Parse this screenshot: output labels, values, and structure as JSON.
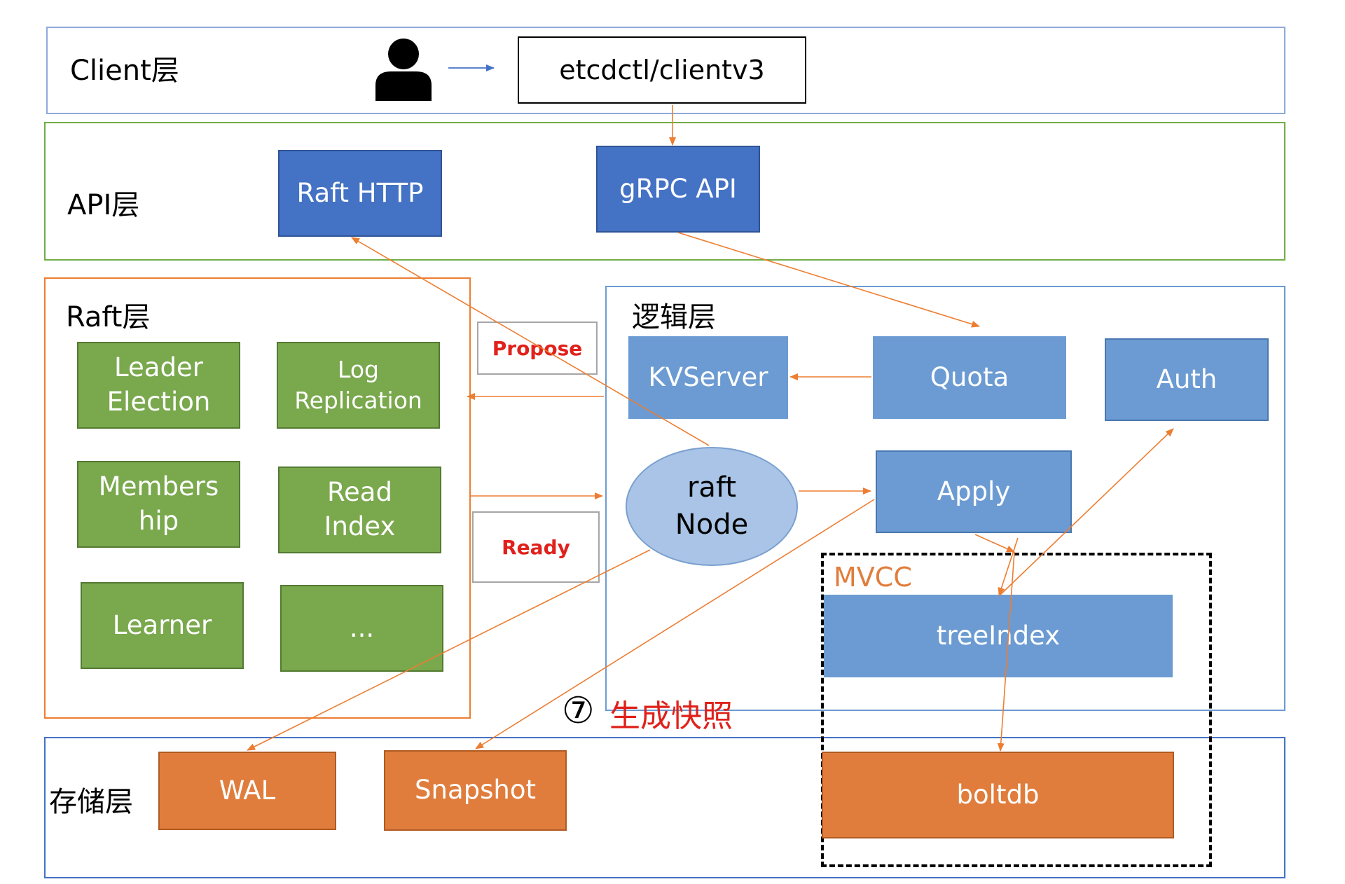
{
  "layers": {
    "client": "Client层",
    "api": "API层",
    "raft": "Raft层",
    "logic": "逻辑层",
    "storage": "存储层"
  },
  "client": {
    "cli_box": "etcdctl/clientv3",
    "user_icon": "person-icon"
  },
  "api": {
    "raft_http": "Raft HTTP",
    "grpc_api": "gRPC API"
  },
  "raft": {
    "items": [
      "Leader\nElection",
      "Log\nReplication",
      "Members\nhip",
      "Read\nIndex",
      "Learner",
      "..."
    ]
  },
  "notes": {
    "propose": "Propose",
    "ready": "Ready"
  },
  "logic": {
    "kvserver": "KVServer",
    "quota": "Quota",
    "auth": "Auth",
    "raft_node": "raft\nNode",
    "apply": "Apply"
  },
  "mvcc": {
    "title": "MVCC",
    "tree_index": "treeIndex",
    "boltdb": "boltdb"
  },
  "storage": {
    "wal": "WAL",
    "snapshot": "Snapshot"
  },
  "step": {
    "number": "⑦",
    "text": "生成快照"
  },
  "colors": {
    "client_border": "#8eaadb",
    "api_border": "#70ad47",
    "raft_border": "#ed7d31",
    "logic_border": "#6b9bd2",
    "storage_border": "#4472c4",
    "arrow": "#ed7d31",
    "step_text": "#e0211b"
  }
}
